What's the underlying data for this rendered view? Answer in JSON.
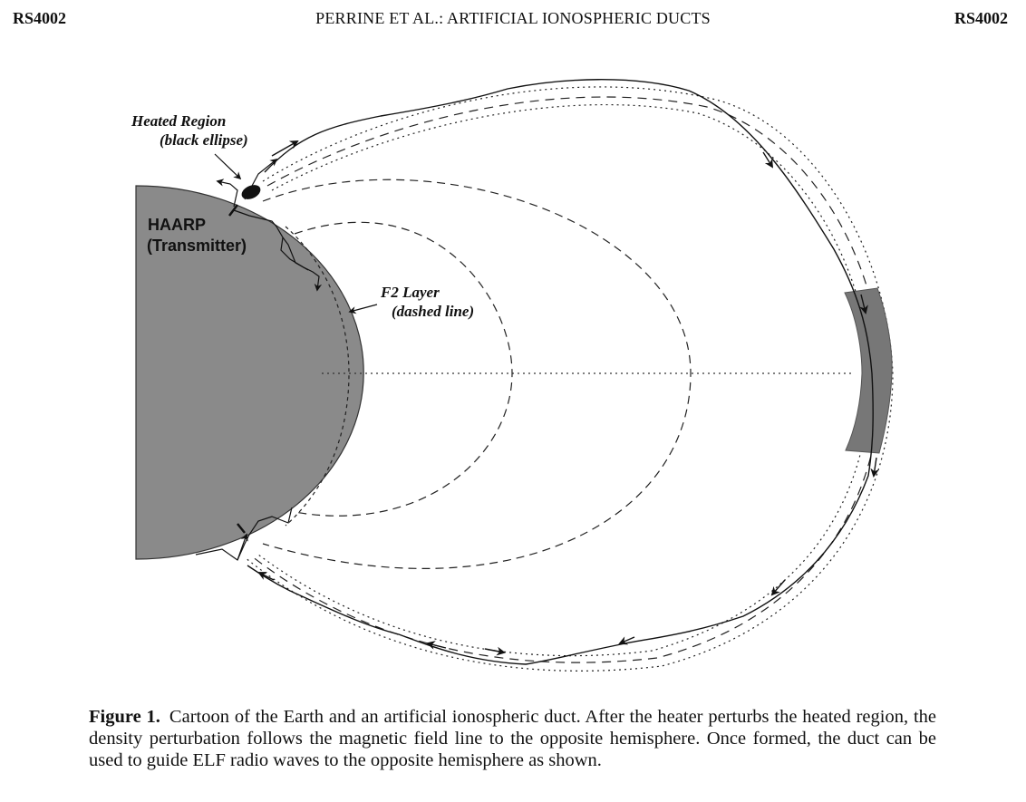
{
  "header": {
    "left": "RS4002",
    "center": "PERRINE ET AL.: ARTIFICIAL IONOSPHERIC DUCTS",
    "right": "RS4002"
  },
  "figure": {
    "labels": {
      "heated_region_line1": "Heated Region",
      "heated_region_line2": "(black ellipse)",
      "transmitter_line1": "HAARP",
      "transmitter_line2": "(Transmitter)",
      "f2_line1": "F2 Layer",
      "f2_line2": "(dashed line)"
    },
    "colors": {
      "earth_fill": "#8a8a8a",
      "duct_fill": "#777777",
      "ink": "#111111"
    }
  },
  "caption": {
    "label": "Figure 1.",
    "text": "Cartoon of the Earth and an artificial ionospheric duct. After the heater perturbs the heated region, the density perturbation follows the magnetic field line to the opposite hemisphere. Once formed, the duct can be used to guide ELF radio waves to the opposite hemisphere as shown."
  }
}
